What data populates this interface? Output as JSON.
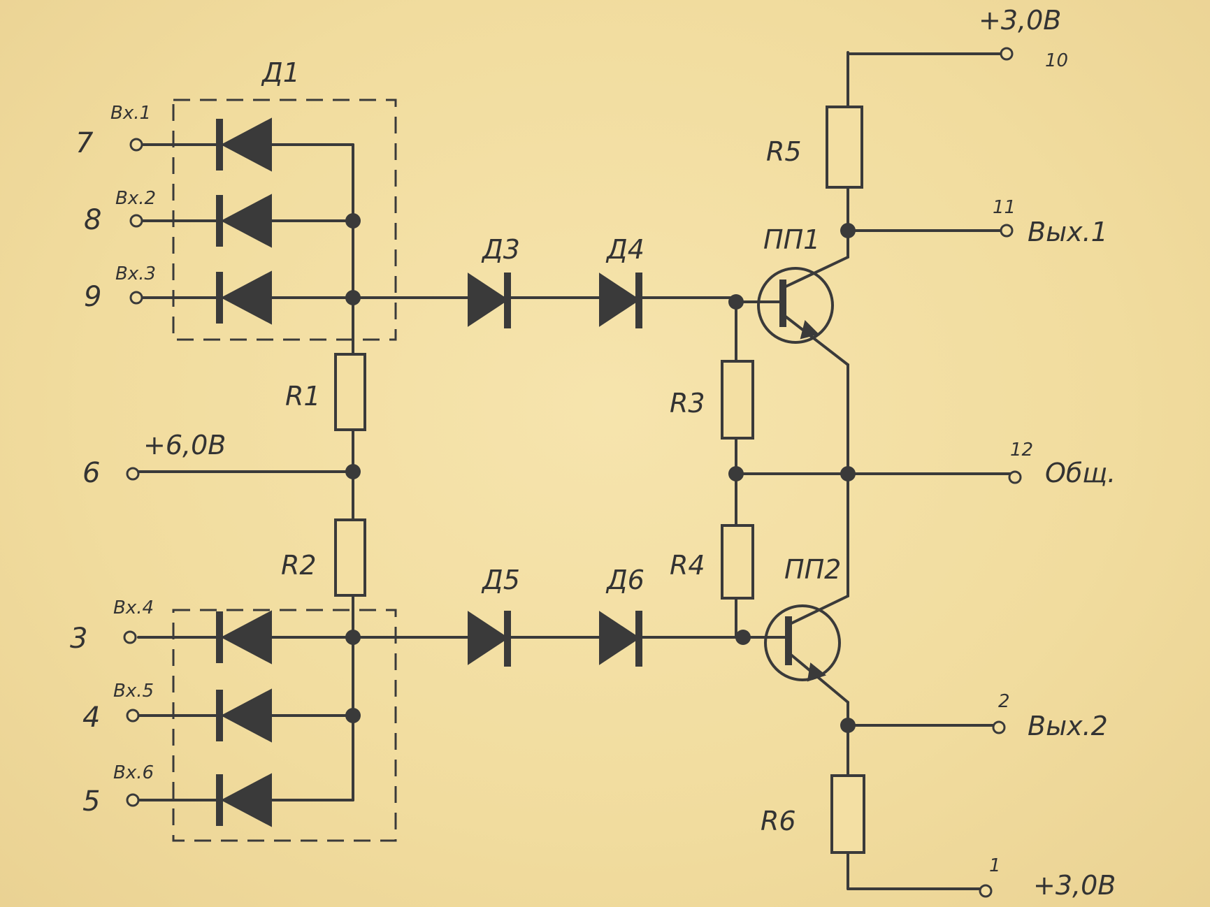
{
  "labels": {
    "d1": "Д1",
    "d3": "Д3",
    "d4": "Д4",
    "d5": "Д5",
    "d6": "Д6",
    "r1": "R1",
    "r2": "R2",
    "r3": "R3",
    "r4": "R4",
    "r5": "R5",
    "r6": "R6",
    "t1": "ПП1",
    "t2": "ПП2"
  },
  "inputs": {
    "in1": "Вх.1",
    "in2": "Вх.2",
    "in3": "Вх.3",
    "in4": "Вх.4",
    "in5": "Вх.5",
    "in6": "Вх.6"
  },
  "pins": {
    "p1": "1",
    "p2": "2",
    "p3": "3",
    "p4": "4",
    "p5": "5",
    "p6": "6",
    "p7": "7",
    "p8": "8",
    "p9": "9",
    "p10": "10",
    "p11": "11",
    "p12": "12"
  },
  "nets": {
    "vplus6": "+6,0В",
    "vplus3_top": "+3,0В",
    "vplus3_bottom": "+3,0В",
    "out1": "Вых.1",
    "out2": "Вых.2",
    "common": "Общ."
  },
  "colors": {
    "paper": "#f3dfa3",
    "ink": "#3a3a3a"
  }
}
